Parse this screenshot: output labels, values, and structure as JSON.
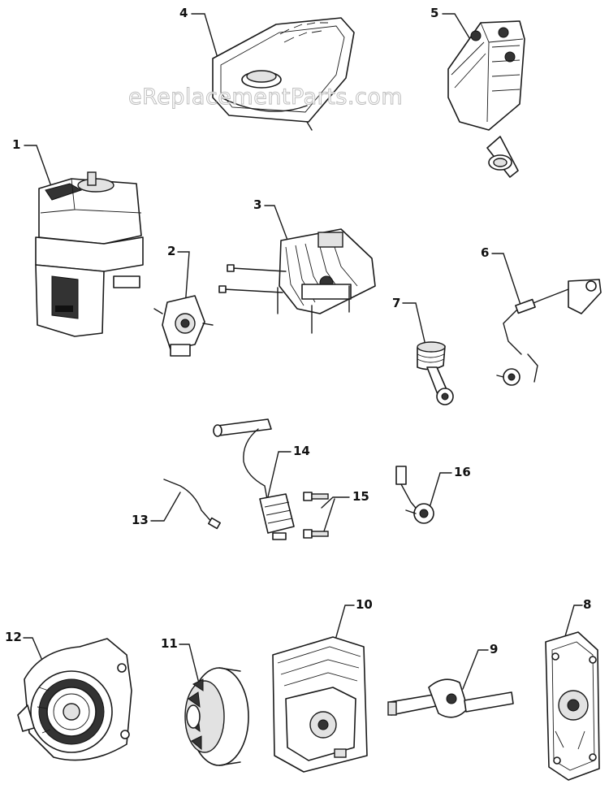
{
  "watermark": "eReplacementParts.com",
  "callouts": [
    {
      "id": "1",
      "text": "1"
    },
    {
      "id": "2",
      "text": "2"
    },
    {
      "id": "3",
      "text": "3"
    },
    {
      "id": "4",
      "text": "4"
    },
    {
      "id": "5",
      "text": "5"
    },
    {
      "id": "6",
      "text": "6"
    },
    {
      "id": "7",
      "text": "7"
    },
    {
      "id": "8",
      "text": "8"
    },
    {
      "id": "9",
      "text": "9"
    },
    {
      "id": "10",
      "text": "10"
    },
    {
      "id": "11",
      "text": "11"
    },
    {
      "id": "12",
      "text": "12"
    },
    {
      "id": "13",
      "text": "13"
    },
    {
      "id": "14",
      "text": "14"
    },
    {
      "id": "15",
      "text": "15"
    },
    {
      "id": "16",
      "text": "16"
    }
  ]
}
